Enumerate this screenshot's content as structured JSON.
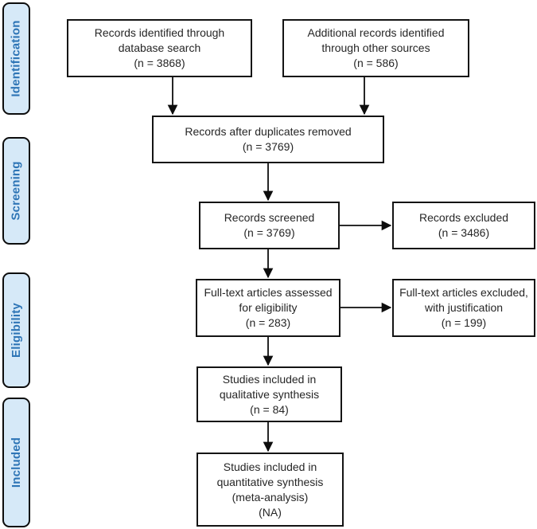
{
  "stages": [
    {
      "label": "Identification"
    },
    {
      "label": "Screening"
    },
    {
      "label": "Eligibility"
    },
    {
      "label": "Included"
    }
  ],
  "boxes": {
    "identified": {
      "lines": [
        "Records identified through",
        "database search",
        "(n = 3868)"
      ]
    },
    "additional": {
      "lines": [
        "Additional records identified",
        "through other sources",
        "(n = 586)"
      ]
    },
    "deduplicated": {
      "lines": [
        "Records after duplicates removed",
        "(n = 3769)"
      ]
    },
    "screened": {
      "lines": [
        "Records screened",
        "(n = 3769)"
      ]
    },
    "excluded": {
      "lines": [
        "Records excluded",
        "(n = 3486)"
      ]
    },
    "fulltext": {
      "lines": [
        "Full-text articles assessed",
        "for eligibility",
        "(n = 283)"
      ]
    },
    "fulltext_excluded": {
      "lines": [
        "Full-text articles excluded,",
        "with justification",
        "(n = 199)"
      ]
    },
    "qualitative": {
      "lines": [
        "Studies included in",
        "qualitative synthesis",
        "(n = 84)"
      ]
    },
    "quantitative": {
      "lines": [
        "Studies included in",
        "quantitative synthesis",
        "(meta-analysis)",
        "(NA)"
      ]
    }
  },
  "colors": {
    "stage_fill": "#d6e9f8",
    "stage_text": "#2e75b6",
    "box_border": "#141414",
    "arrow": "#0d0d0d"
  }
}
